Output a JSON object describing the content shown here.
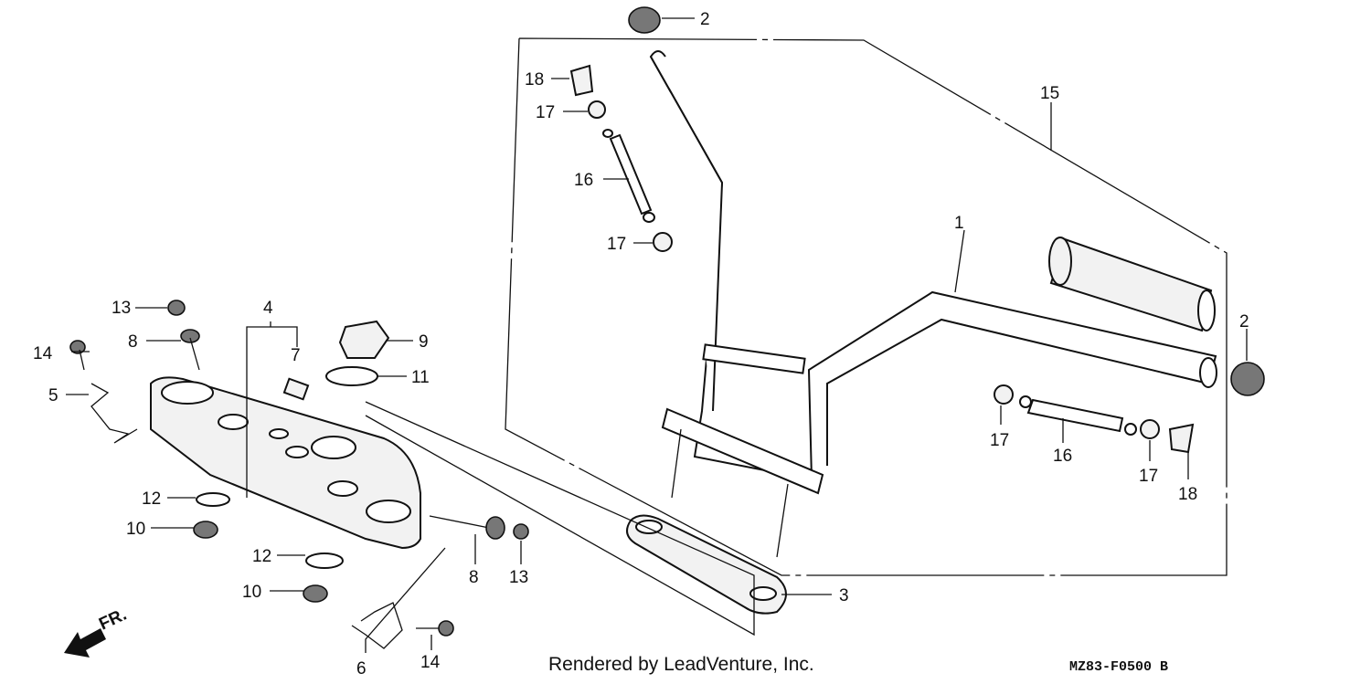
{
  "diagram": {
    "callouts": {
      "c1": "1",
      "c2a": "2",
      "c2b": "2",
      "c3": "3",
      "c4": "4",
      "c5": "5",
      "c6": "6",
      "c7": "7",
      "c8a": "8",
      "c8b": "8",
      "c9": "9",
      "c10a": "10",
      "c10b": "10",
      "c11": "11",
      "c12a": "12",
      "c12b": "12",
      "c13a": "13",
      "c13b": "13",
      "c14a": "14",
      "c14b": "14",
      "c15": "15",
      "c16a": "16",
      "c16b": "16",
      "c17a": "17",
      "c17b": "17",
      "c17c": "17",
      "c17d": "17",
      "c18a": "18",
      "c18b": "18"
    },
    "front_marker": "FR."
  },
  "footer": {
    "credit": "Rendered by LeadVenture, Inc.",
    "code": "MZ83-F0500 B"
  }
}
